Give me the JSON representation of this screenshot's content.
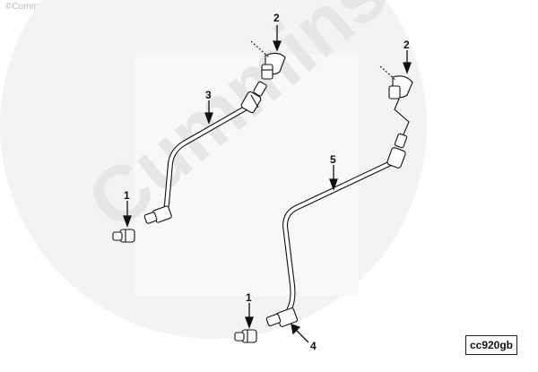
{
  "watermark": {
    "copyright": "©Cummins Inc",
    "logo_text": "Cummins"
  },
  "callouts": {
    "c1_left": "1",
    "c2_left": "2",
    "c3": "3",
    "c1_right": "1",
    "c2_right": "2",
    "c4": "4",
    "c5": "5"
  },
  "reference_code": "cc920gb",
  "colors": {
    "line": "#111111",
    "watermark": "#e9e9e9"
  }
}
